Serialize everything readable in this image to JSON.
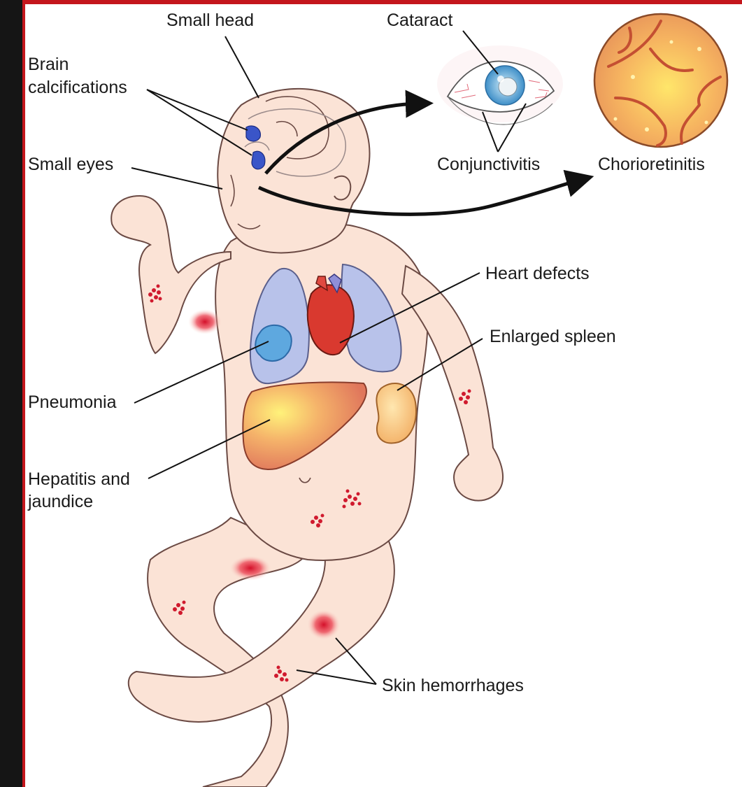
{
  "labels": {
    "small_head": "Small head",
    "cataract": "Cataract",
    "brain_calcifications_line1": "Brain",
    "brain_calcifications_line2": "calcifications",
    "small_eyes": "Small eyes",
    "conjunctivitis": "Conjunctivitis",
    "chorioretinitis": "Chorioretinitis",
    "heart_defects": "Heart defects",
    "enlarged_spleen": "Enlarged spleen",
    "pneumonia": "Pneumonia",
    "hepatitis_line1": "Hepatitis and",
    "hepatitis_line2": "jaundice",
    "skin_hemorrhages": "Skin hemorrhages"
  },
  "colors": {
    "frame_border": "#c4161c",
    "skin": "#fbe3d6",
    "outline": "#6b4a44",
    "lungs": "#b8c2ea",
    "liver": "#e58a6e",
    "spleen": "#f6c27f",
    "heart": "#d9392f",
    "hemorrhage": "#d01a2e",
    "retina": "#f0a866",
    "iris": "#4a9fd4"
  }
}
